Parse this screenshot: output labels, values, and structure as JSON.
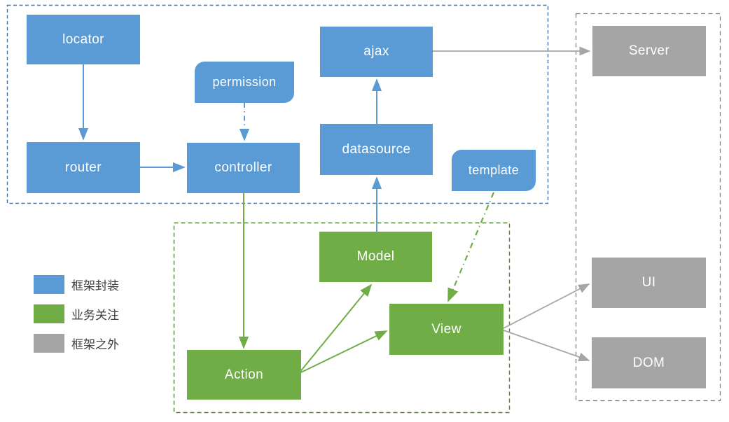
{
  "diagram": {
    "nodes": [
      {
        "id": "locator",
        "label": "locator",
        "category": "framework",
        "shape": "rect"
      },
      {
        "id": "permission",
        "label": "permission",
        "category": "framework",
        "shape": "rounded-card"
      },
      {
        "id": "router",
        "label": "router",
        "category": "framework",
        "shape": "rect"
      },
      {
        "id": "controller",
        "label": "controller",
        "category": "framework",
        "shape": "rect"
      },
      {
        "id": "ajax",
        "label": "ajax",
        "category": "framework",
        "shape": "rect"
      },
      {
        "id": "datasource",
        "label": "datasource",
        "category": "framework",
        "shape": "rect"
      },
      {
        "id": "template",
        "label": "template",
        "category": "framework",
        "shape": "rounded-card"
      },
      {
        "id": "model",
        "label": "Model",
        "category": "business",
        "shape": "rect"
      },
      {
        "id": "view",
        "label": "View",
        "category": "business",
        "shape": "rect"
      },
      {
        "id": "action",
        "label": "Action",
        "category": "business",
        "shape": "rect"
      },
      {
        "id": "server",
        "label": "Server",
        "category": "external",
        "shape": "rect"
      },
      {
        "id": "ui",
        "label": "UI",
        "category": "external",
        "shape": "rect"
      },
      {
        "id": "dom",
        "label": "DOM",
        "category": "external",
        "shape": "rect"
      }
    ],
    "edges": [
      {
        "from": "locator",
        "to": "router",
        "style": "solid",
        "color": "#5b9bd5"
      },
      {
        "from": "router",
        "to": "controller",
        "style": "solid",
        "color": "#5b9bd5"
      },
      {
        "from": "permission",
        "to": "controller",
        "style": "dash-dot",
        "color": "#5b9bd5"
      },
      {
        "from": "datasource",
        "to": "ajax",
        "style": "solid",
        "color": "#5b9bd5"
      },
      {
        "from": "model",
        "to": "datasource",
        "style": "solid",
        "color": "#5b9bd5"
      },
      {
        "from": "controller",
        "to": "action",
        "style": "solid",
        "color": "#70ad47"
      },
      {
        "from": "action",
        "to": "model",
        "style": "solid",
        "color": "#70ad47"
      },
      {
        "from": "action",
        "to": "view",
        "style": "solid",
        "color": "#70ad47"
      },
      {
        "from": "template",
        "to": "view",
        "style": "dash-dot",
        "color": "#70ad47"
      },
      {
        "from": "ajax",
        "to": "server",
        "style": "solid",
        "color": "#a6a6a6"
      },
      {
        "from": "view",
        "to": "ui",
        "style": "solid",
        "color": "#a6a6a6"
      },
      {
        "from": "view",
        "to": "dom",
        "style": "solid",
        "color": "#a6a6a6"
      }
    ],
    "groups": [
      {
        "id": "framework-group",
        "category": "framework",
        "border_color": "#41719c"
      },
      {
        "id": "business-group",
        "category": "business",
        "border_color": "#548235"
      },
      {
        "id": "external-group",
        "category": "external",
        "border_color": "#7f7f7f"
      }
    ],
    "legend": [
      {
        "label": "框架封装",
        "color": "#5b9bd5"
      },
      {
        "label": "业务关注",
        "color": "#70ad47"
      },
      {
        "label": "框架之外",
        "color": "#a5a5a5"
      }
    ],
    "colors": {
      "framework_fill": "#5b9bd5",
      "business_fill": "#70ad47",
      "external_fill": "#a5a5a5",
      "framework_dash_border": "#41719c",
      "business_dash_border": "#548235",
      "external_dash_border": "#7f7f7f",
      "gray_arrow": "#a6a6a6",
      "label_text": "#ffffff",
      "legend_text": "#404040"
    }
  }
}
